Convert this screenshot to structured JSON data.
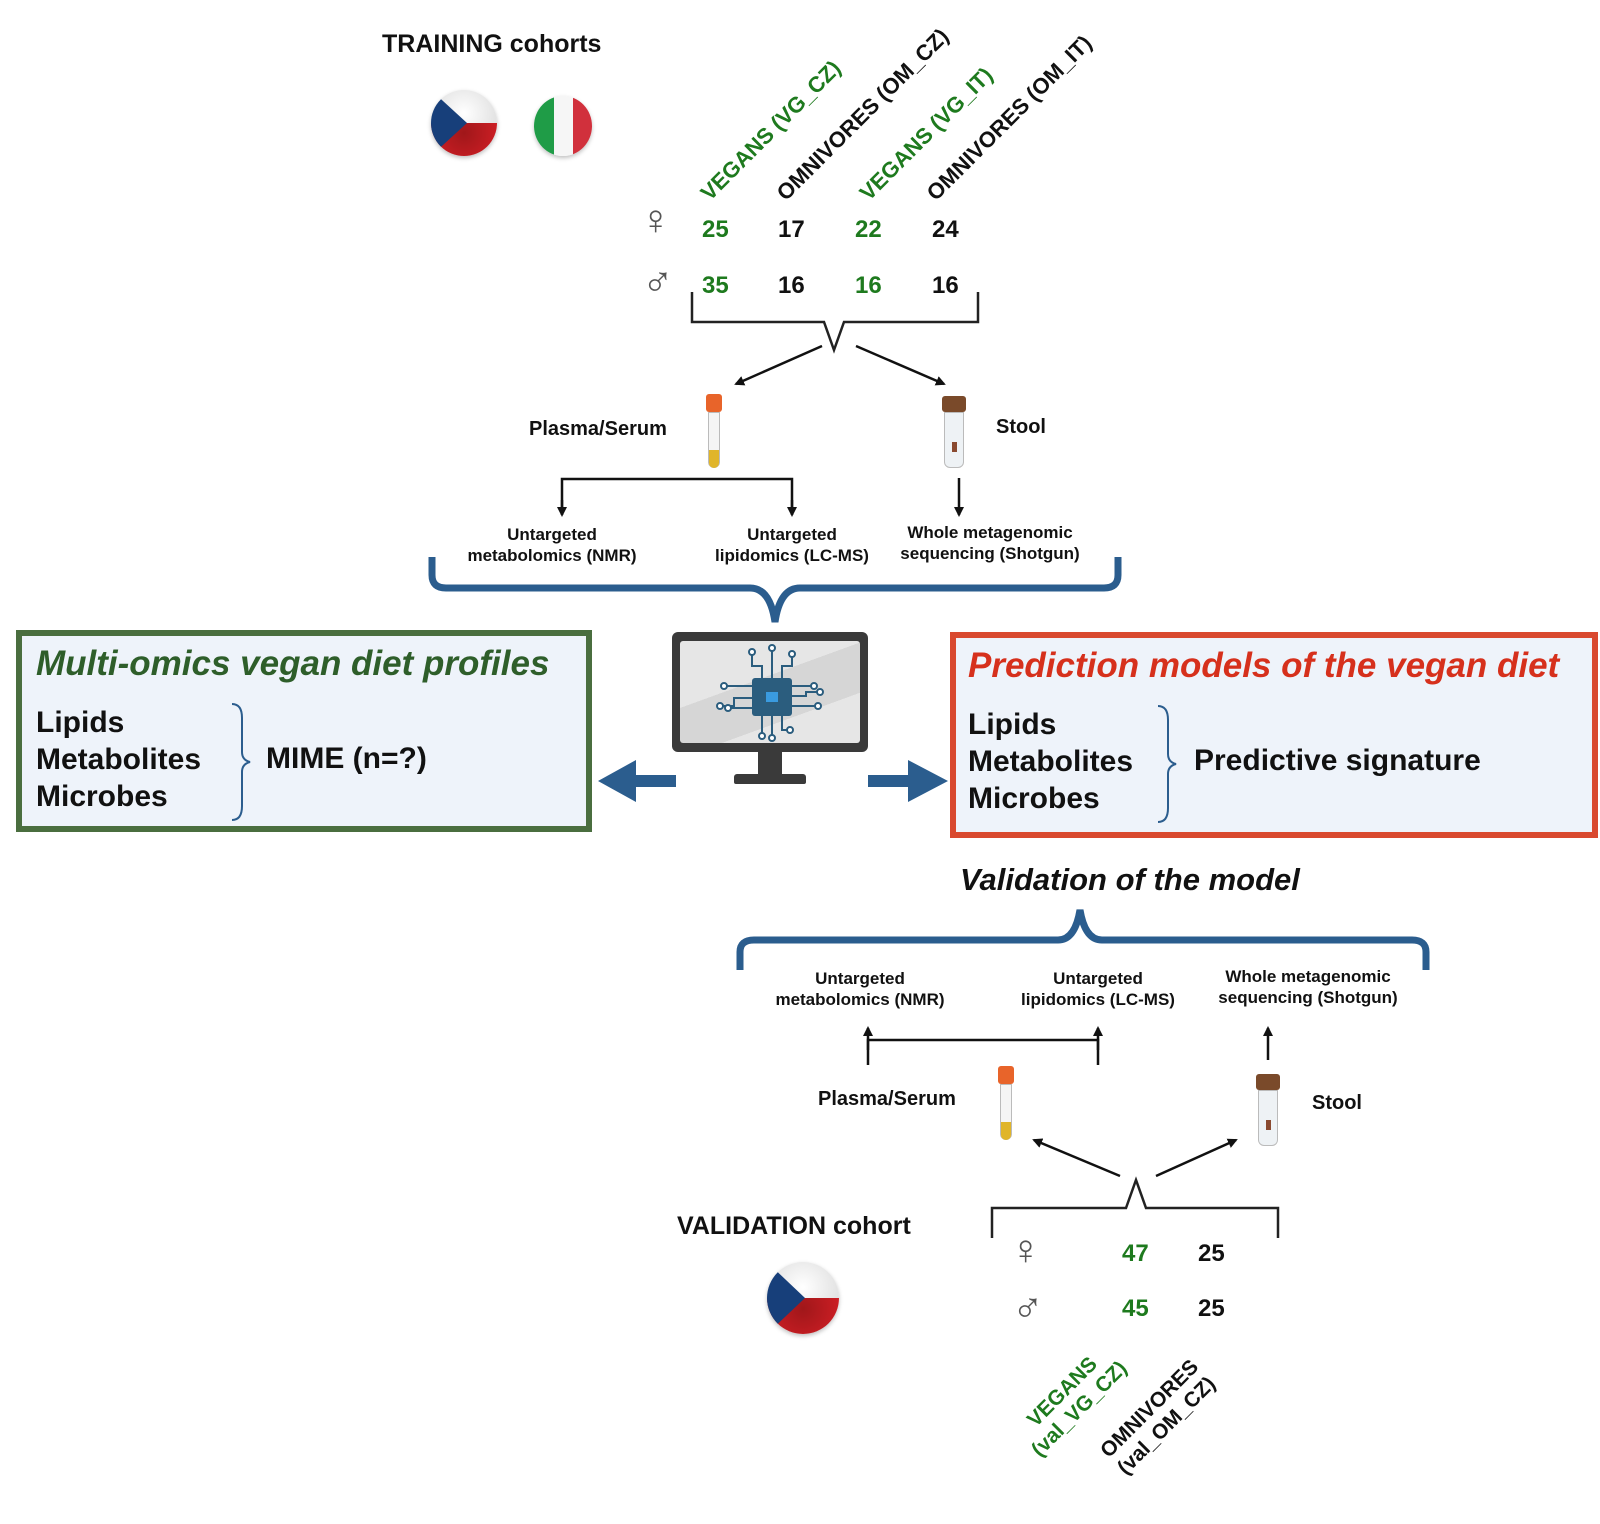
{
  "training": {
    "title": "TRAINING cohorts",
    "flags": [
      "czech-flag",
      "italy-flag"
    ],
    "groups": [
      {
        "label": "VEGANS (VG_CZ)",
        "color": "#1e7a1e",
        "female": "25",
        "male": "35"
      },
      {
        "label": "OMNIVORES (OM_CZ)",
        "color": "#111111",
        "female": "17",
        "male": "16"
      },
      {
        "label": "VEGANS (VG_IT)",
        "color": "#1e7a1e",
        "female": "22",
        "male": "16"
      },
      {
        "label": "OMNIVORES (OM_IT)",
        "color": "#111111",
        "female": "24",
        "male": "16"
      }
    ],
    "samples": {
      "plasma": "Plasma/Serum",
      "stool": "Stool"
    },
    "methods": {
      "nmr": [
        "Untargeted",
        "metabolomics (NMR)"
      ],
      "lcms": [
        "Untargeted",
        "lipidomics (LC-MS)"
      ],
      "shotgun": [
        "Whole metagenomic",
        "sequencing (Shotgun)"
      ]
    }
  },
  "profiles_box": {
    "title": "Multi-omics vegan diet profiles",
    "title_color": "#2e5e2a",
    "border_color": "#4a6e3f",
    "items": [
      "Lipids",
      "Metabolites",
      "Microbes"
    ],
    "result": "MIME (n=?)"
  },
  "prediction_box": {
    "title": "Prediction models of the vegan diet",
    "title_color": "#d6301c",
    "border_color": "#d9492f",
    "items": [
      "Lipids",
      "Metabolites",
      "Microbes"
    ],
    "result": "Predictive signature"
  },
  "validation": {
    "heading": "Validation of the model",
    "title": "VALIDATION cohort",
    "flags": [
      "czech-flag"
    ],
    "groups": [
      {
        "label1": "VEGANS",
        "label2": "(val_VG_CZ)",
        "color": "#1e7a1e",
        "female": "47",
        "male": "45"
      },
      {
        "label1": "OMNIVORES",
        "label2": "(val_OM_CZ)",
        "color": "#111111",
        "female": "25",
        "male": "25"
      }
    ],
    "samples": {
      "plasma": "Plasma/Serum",
      "stool": "Stool"
    },
    "methods": {
      "nmr": [
        "Untargeted",
        "metabolomics (NMR)"
      ],
      "lcms": [
        "Untargeted",
        "lipidomics (LC-MS)"
      ],
      "shotgun": [
        "Whole metagenomic",
        "sequencing (Shotgun)"
      ]
    }
  },
  "symbols": {
    "female": "♀",
    "male": "♂"
  },
  "colors": {
    "brace_blue": "#2b5d8e",
    "vegan_green": "#1e7a1e"
  }
}
